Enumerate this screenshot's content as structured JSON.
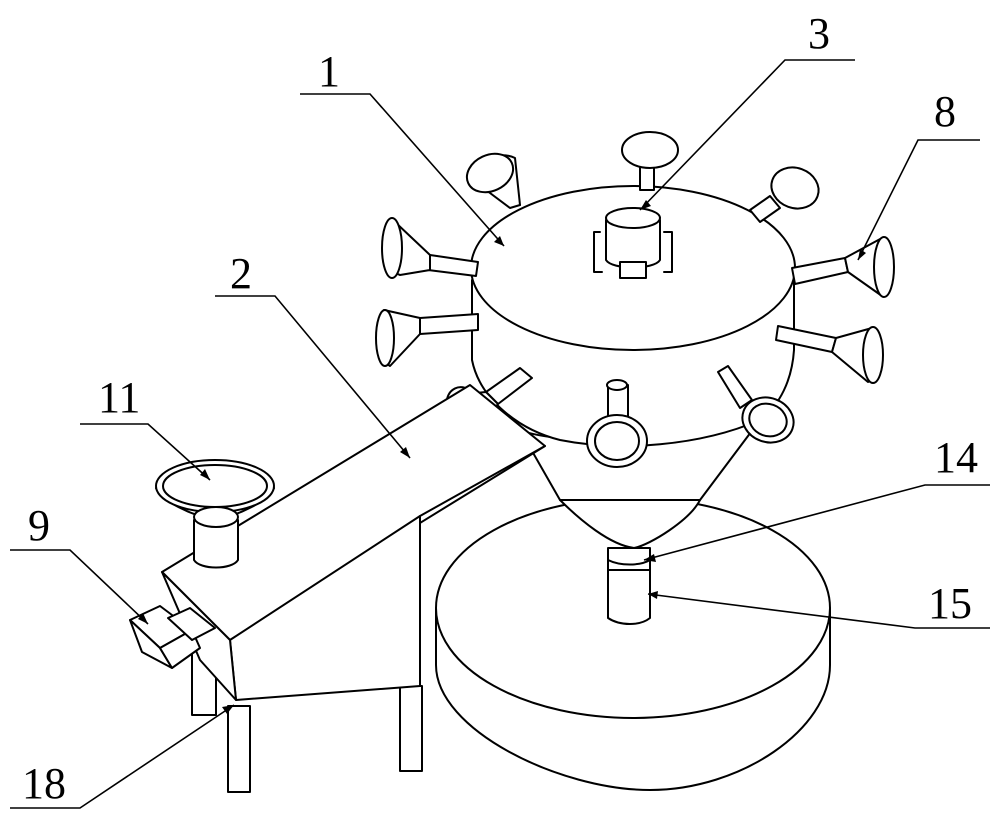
{
  "figure": {
    "labels": [
      {
        "id": "label-1",
        "text": "1"
      },
      {
        "id": "label-2",
        "text": "2"
      },
      {
        "id": "label-3",
        "text": "3"
      },
      {
        "id": "label-8",
        "text": "8"
      },
      {
        "id": "label-9",
        "text": "9"
      },
      {
        "id": "label-11",
        "text": "11"
      },
      {
        "id": "label-14",
        "text": "14"
      },
      {
        "id": "label-15",
        "text": "15"
      },
      {
        "id": "label-18",
        "text": "18"
      }
    ]
  },
  "colors": {
    "line": "#000000",
    "background": "#ffffff"
  }
}
